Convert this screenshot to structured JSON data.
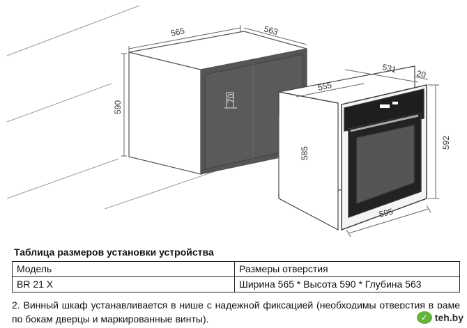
{
  "diagram": {
    "niche_width": "565",
    "niche_depth": "563",
    "niche_height": "590",
    "vent_height": "70",
    "unit_body_width": "555",
    "unit_depth": "531",
    "unit_door_depth": "20",
    "unit_body_height": "585",
    "unit_front_width": "595",
    "unit_front_height": "592"
  },
  "table": {
    "title": "Таблица размеров установки устройства",
    "header_model": "Модель",
    "header_size": "Размеры отверстия",
    "row_model": "BR 21 X",
    "row_size": "Ширина 565 * Высота 590 * Глубина 563"
  },
  "note": "2. Винный шкаф устанавливается в нише с надежной фиксацией (необходимы отверстия в раме по бокам дверцы и маркированные винты).",
  "watermark": {
    "text": "teh.by",
    "logo_glyph": "✓",
    "color": "#63b33c"
  }
}
